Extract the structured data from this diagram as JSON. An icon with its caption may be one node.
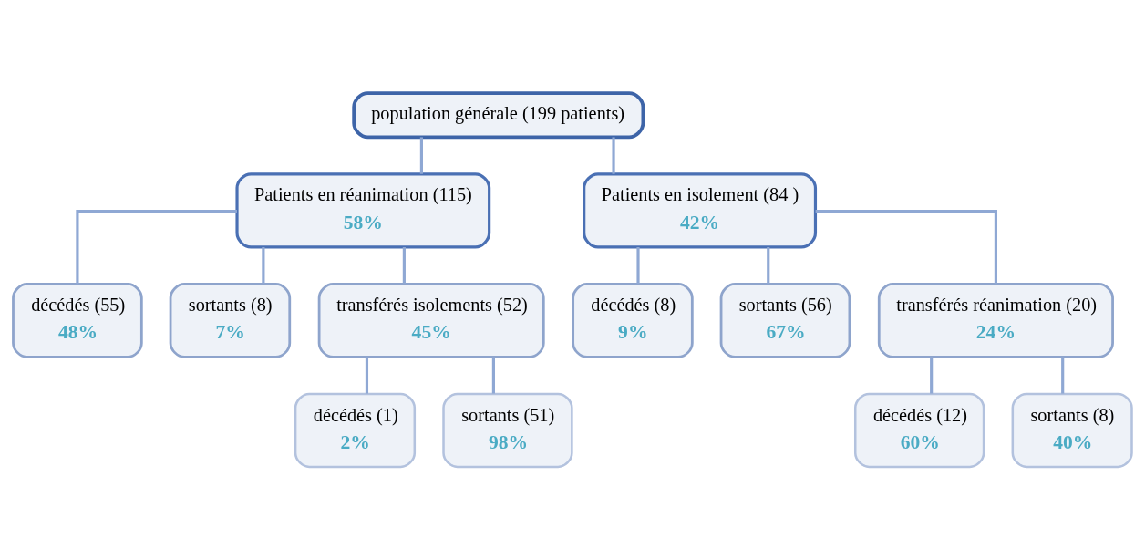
{
  "diagram": {
    "nodes": [
      {
        "text": [
          "population générale (199 patients)"
        ]
      },
      {
        "text": [
          "Patients en réanimation (115)",
          "58%"
        ]
      },
      {
        "text": [
          "Patients en isolement (84 )",
          "42%"
        ]
      },
      {
        "text": [
          "décédés (55)",
          "48%"
        ]
      },
      {
        "text": [
          "sortants (8)",
          "7%"
        ]
      },
      {
        "text": [
          "transférés isolements (52)",
          "45%"
        ]
      },
      {
        "text": [
          "décédés (1)",
          "2%"
        ]
      },
      {
        "text": [
          "sortants (51)",
          "98%"
        ]
      },
      {
        "text": [
          "décédés (8)",
          "9%"
        ]
      },
      {
        "text": [
          "sortants (56)",
          "67%"
        ]
      },
      {
        "text": [
          "transférés réanimation (20)",
          "24%"
        ]
      },
      {
        "text": [
          "décédés (12)",
          "60%"
        ]
      },
      {
        "text": [
          "sortants (8)",
          "40%"
        ]
      }
    ],
    "edges": [
      {
        "from": 0,
        "to": 1,
        "arrow": "none"
      },
      {
        "from": 0,
        "to": 2,
        "arrow": "none"
      },
      {
        "from": 1,
        "to": 3,
        "arrow": "none"
      },
      {
        "from": 1,
        "to": 4,
        "arrow": "none"
      },
      {
        "from": 1,
        "to": 5,
        "arrow": "none"
      },
      {
        "from": 5,
        "to": 6,
        "arrow": "none"
      },
      {
        "from": 5,
        "to": 7,
        "arrow": "none"
      },
      {
        "from": 2,
        "to": 8,
        "arrow": "none"
      },
      {
        "from": 2,
        "to": 9,
        "arrow": "none"
      },
      {
        "from": 2,
        "to": 10,
        "arrow": "none"
      },
      {
        "from": 10,
        "to": 11,
        "arrow": "none"
      },
      {
        "from": 10,
        "to": 12,
        "arrow": "none"
      }
    ]
  }
}
